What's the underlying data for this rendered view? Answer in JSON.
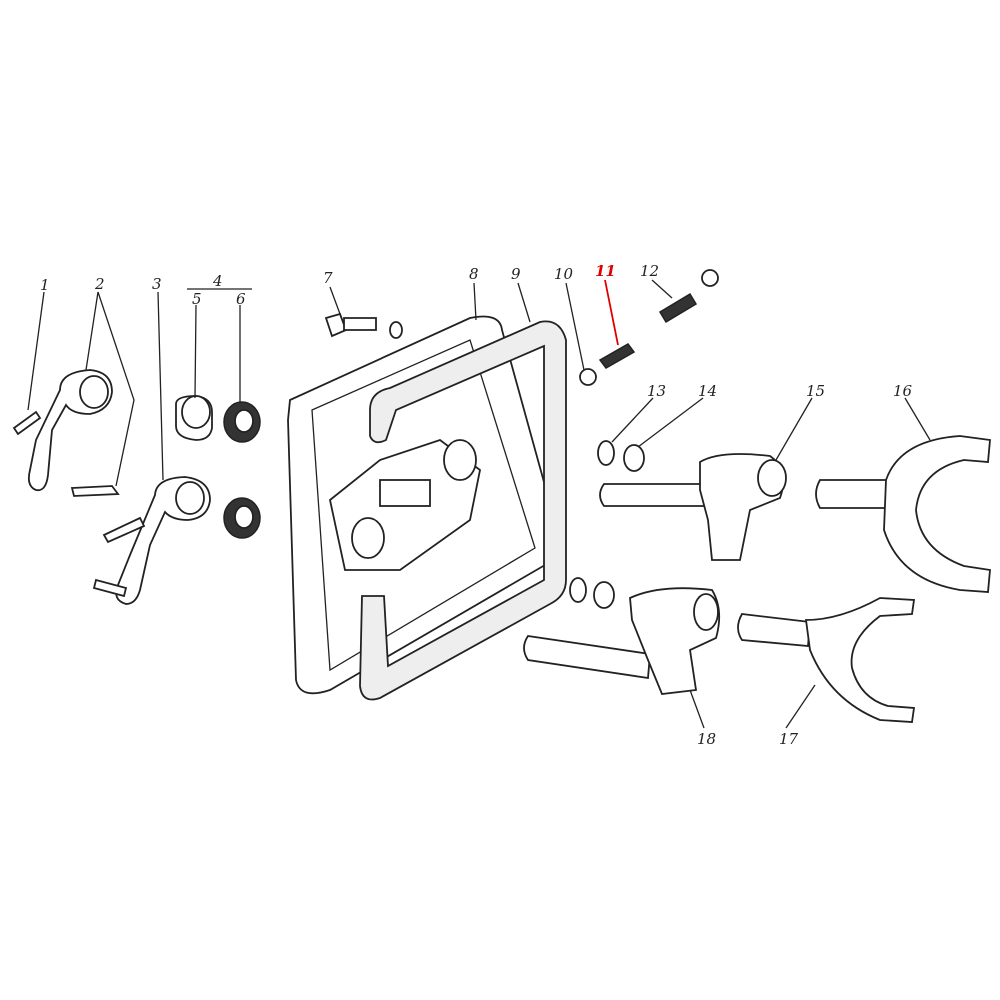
{
  "diagram": {
    "labels": [
      "1",
      "2",
      "3",
      "4",
      "5",
      "6",
      "7",
      "8",
      "9",
      "10",
      "11",
      "12",
      "13",
      "14",
      "15",
      "16",
      "17",
      "18"
    ],
    "highlighted_label": "11",
    "highlight_color": "#e00000"
  }
}
